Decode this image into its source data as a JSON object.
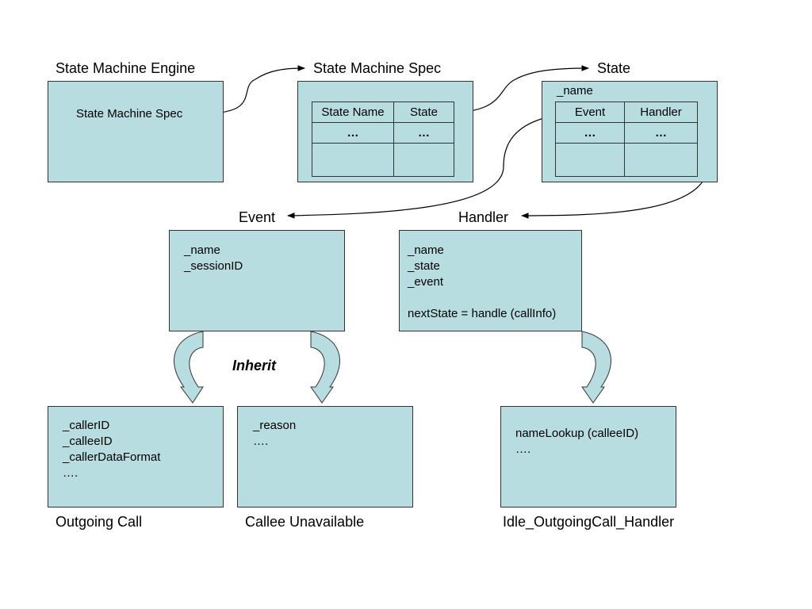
{
  "colors": {
    "box_fill": "#b8dde0",
    "box_border": "#333333"
  },
  "engine": {
    "title": "State Machine Engine",
    "field": "State Machine Spec"
  },
  "spec": {
    "title": "State Machine Spec",
    "table": {
      "headers": [
        "State Name",
        "State"
      ],
      "rows": [
        [
          "…",
          "…"
        ],
        [
          "",
          ""
        ]
      ]
    }
  },
  "state": {
    "title": "State",
    "field": "_name",
    "table": {
      "headers": [
        "Event",
        "Handler"
      ],
      "rows": [
        [
          "…",
          "…"
        ],
        [
          "",
          ""
        ]
      ]
    }
  },
  "event": {
    "title": "Event",
    "fields": [
      "_name",
      "_sessionID"
    ]
  },
  "handler": {
    "title": "Handler",
    "fields": [
      "_name",
      "_state",
      "_event",
      "",
      "nextState = handle (callInfo)"
    ]
  },
  "inherit_label": "Inherit",
  "outgoing_call": {
    "title": "Outgoing Call",
    "fields": [
      "_callerID",
      "_calleeID",
      "_callerDataFormat",
      "…."
    ]
  },
  "callee_unavailable": {
    "title": "Callee Unavailable",
    "fields": [
      "_reason",
      "…."
    ]
  },
  "idle_handler": {
    "title": "Idle_OutgoingCall_Handler",
    "fields": [
      "nameLookup (calleeID)",
      "…."
    ]
  },
  "icons": {
    "arrow": "arrowhead-icon",
    "inherit_arrow": "curved-arrow-icon"
  }
}
